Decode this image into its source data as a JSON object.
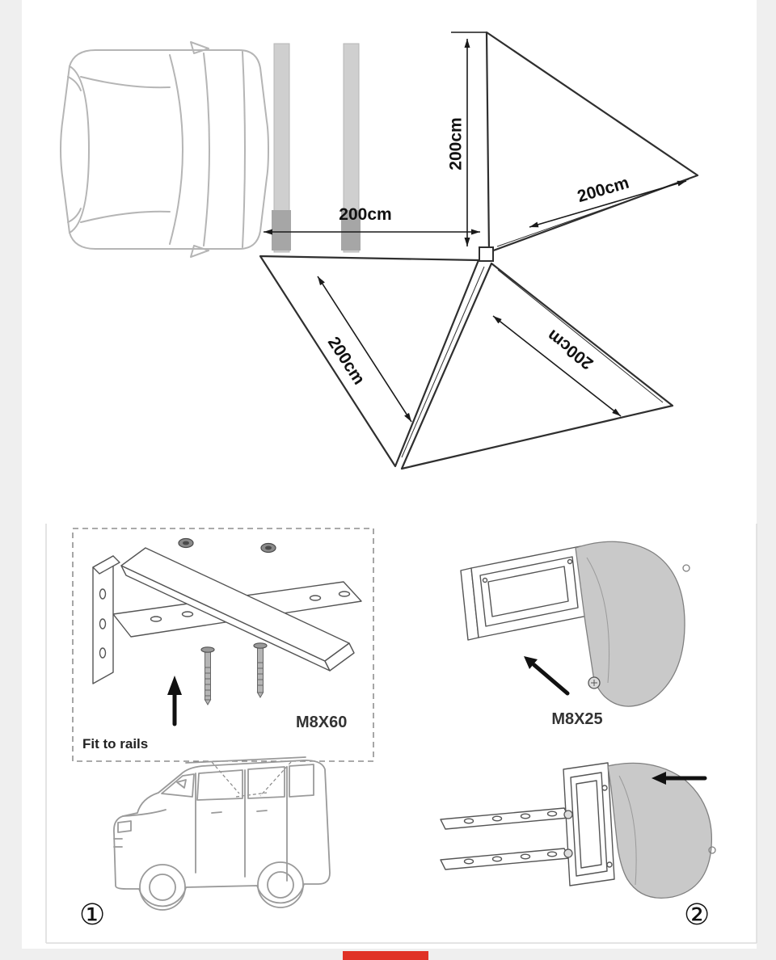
{
  "page": {
    "background": "#efefef",
    "panel_background": "#ffffff",
    "accent_color": "#e03226"
  },
  "awning_diagram": {
    "dimensions": {
      "rear_edge": "200cm",
      "right_edge": "200cm",
      "side_width": "200cm",
      "front_left_edge": "200cm",
      "front_right_edge": "200cm"
    }
  },
  "installation": {
    "step1": {
      "number": "①",
      "note": "Fit to rails",
      "bolt_label": "M8X60"
    },
    "step2": {
      "number": "②",
      "bolt_label": "M8X25"
    }
  }
}
